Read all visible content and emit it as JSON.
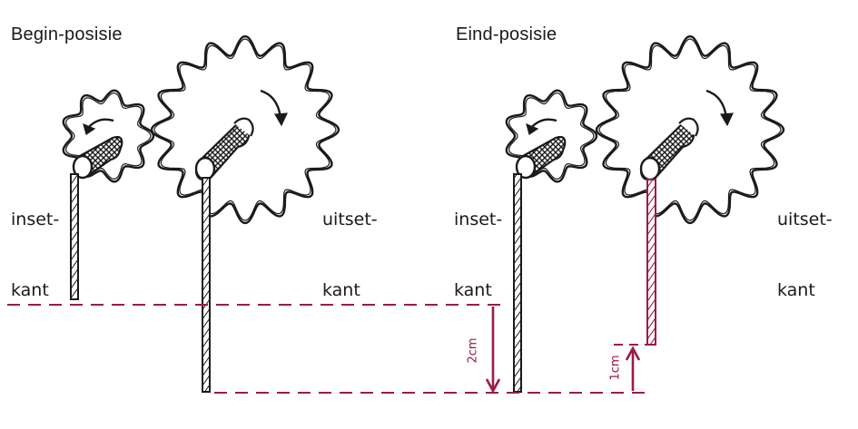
{
  "panels": {
    "begin": {
      "title": "Begin-posisie",
      "infeed": [
        "inset-",
        "kant"
      ],
      "outfeed": [
        "uitset-",
        "kant"
      ]
    },
    "end": {
      "title": "Eind-posisie",
      "infeed": [
        "inset-",
        "kant"
      ],
      "outfeed": [
        "uitset-",
        "kant"
      ],
      "measure_large": "2cm",
      "measure_small": "1cm"
    }
  },
  "colors": {
    "ink": "#1a1a1a",
    "accent": "#9b1b4b"
  }
}
